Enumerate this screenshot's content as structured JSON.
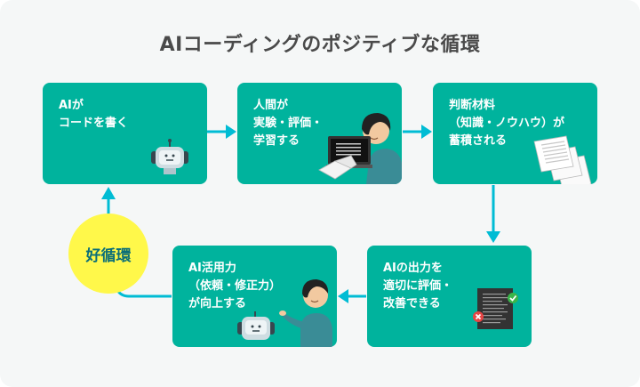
{
  "title": "AIコーディングのポジティブな循環",
  "steps": [
    {
      "id": "step-1",
      "label": "AIが\nコードを書く",
      "icon": "robot-icon"
    },
    {
      "id": "step-2",
      "label": "人間が\n実験・評価・\n学習する",
      "icon": "person-laptop-icon"
    },
    {
      "id": "step-3",
      "label": "判断材料\n（知識・ノウハウ）が\n蓄積される",
      "icon": "documents-icon"
    },
    {
      "id": "step-4",
      "label": "AIの出力を\n適切に評価・\n改善できる",
      "icon": "code-review-icon"
    },
    {
      "id": "step-5",
      "label": "AI活用力\n（依頼・修正力）\nが向上する",
      "icon": "person-robot-icon"
    }
  ],
  "cycle_label": "好循環",
  "colors": {
    "box": "#00b39d",
    "arrow": "#00bcd4",
    "cycle": "#fff84a",
    "cycle_text": "#0a6e78",
    "title": "#4a4a4a",
    "background": "#f5f7f7"
  }
}
